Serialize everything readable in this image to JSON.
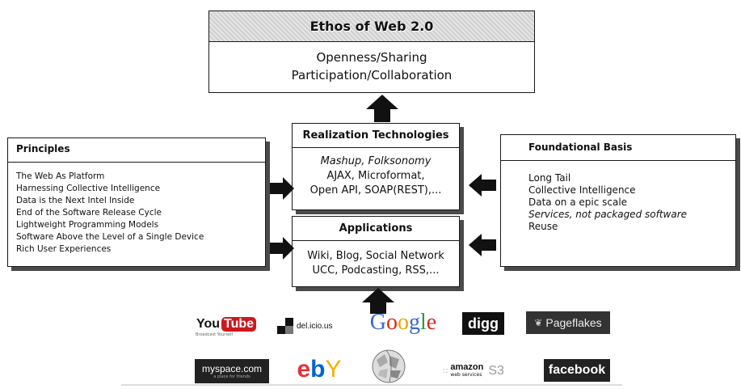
{
  "ethos": {
    "title": "Ethos of Web 2.0",
    "lines": [
      "Openness/Sharing",
      "Participation/Collaboration"
    ]
  },
  "realization": {
    "title": "Realization Technologies",
    "lines": [
      "Mashup, Folksonomy",
      "AJAX, Microformat,",
      "Open API, SOAP(REST),..."
    ]
  },
  "applications": {
    "title": "Applications",
    "lines": [
      "Wiki, Blog, Social Network",
      "UCC, Podcasting, RSS,..."
    ]
  },
  "principles": {
    "title": "Principles",
    "items": [
      "The Web As Platform",
      "Harnessing Collective Intelligence",
      "Data is the Next Intel Inside",
      "End of the Software Release Cycle",
      "Lightweight Programming Models",
      "Software Above the Level of a Single Device",
      "Rich User Experiences"
    ]
  },
  "foundational": {
    "title": "Foundational Basis",
    "items": [
      "Long Tail",
      "Collective Intelligence",
      "Data on a epic scale",
      "Services, not packaged software",
      "Reuse"
    ]
  },
  "logos": {
    "youtube": {
      "you": "You",
      "tube": "Tube",
      "tagline": "Broadcast Yourself"
    },
    "delicious": "del.icio.us",
    "google": [
      "G",
      "o",
      "o",
      "g",
      "l",
      "e"
    ],
    "digg": "digg",
    "pageflakes": "Pageflakes",
    "myspace": {
      "name": "myspace.com",
      "tagline": "a place for friends"
    },
    "ebay": [
      "e",
      "b",
      "Y"
    ],
    "amazon": {
      "name": "amazon",
      "sub": "web services",
      "s3": "S3"
    },
    "facebook": "facebook"
  },
  "colors": {
    "arrow": "#111111",
    "youtube_red": "#cc181e",
    "google": [
      "#3a6ad1",
      "#d62d20",
      "#e8a800",
      "#3a6ad1",
      "#2f9a41",
      "#d62d20"
    ],
    "ebay": [
      "#e53238",
      "#0064d2",
      "#f5af02"
    ]
  }
}
